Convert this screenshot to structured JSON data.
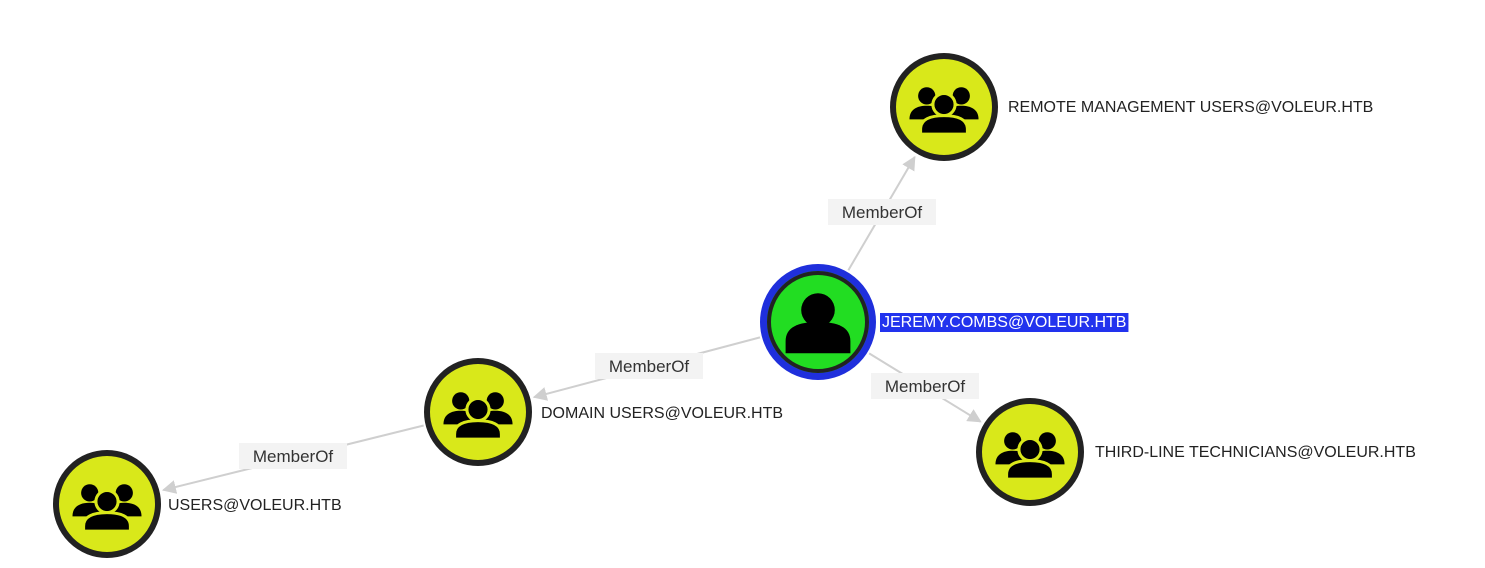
{
  "graph": {
    "nodes": [
      {
        "id": "jeremy",
        "label": "JEREMY.COMBS@VOLEUR.HTB",
        "type": "user",
        "icon": "user-icon",
        "fill": "#22dd22",
        "ring": "#1f2fdc",
        "selected": true
      },
      {
        "id": "remote",
        "label": "REMOTE MANAGEMENT USERS@VOLEUR.HTB",
        "type": "group",
        "icon": "group-icon",
        "fill": "#d9e81a",
        "ring": "#222222",
        "selected": false
      },
      {
        "id": "domain",
        "label": "DOMAIN USERS@VOLEUR.HTB",
        "type": "group",
        "icon": "group-icon",
        "fill": "#d9e81a",
        "ring": "#222222",
        "selected": false
      },
      {
        "id": "users",
        "label": "USERS@VOLEUR.HTB",
        "type": "group",
        "icon": "group-icon",
        "fill": "#d9e81a",
        "ring": "#222222",
        "selected": false
      },
      {
        "id": "third",
        "label": "THIRD-LINE TECHNICIANS@VOLEUR.HTB",
        "type": "group",
        "icon": "group-icon",
        "fill": "#d9e81a",
        "ring": "#222222",
        "selected": false
      }
    ],
    "edges": [
      {
        "source": "jeremy",
        "target": "remote",
        "label": "MemberOf"
      },
      {
        "source": "jeremy",
        "target": "domain",
        "label": "MemberOf"
      },
      {
        "source": "jeremy",
        "target": "third",
        "label": "MemberOf"
      },
      {
        "source": "domain",
        "target": "users",
        "label": "MemberOf"
      }
    ],
    "colors": {
      "edge": "#cfcfcf",
      "edge_label_bg": "#f3f3f3",
      "selected_label_bg": "#2233ee"
    }
  }
}
